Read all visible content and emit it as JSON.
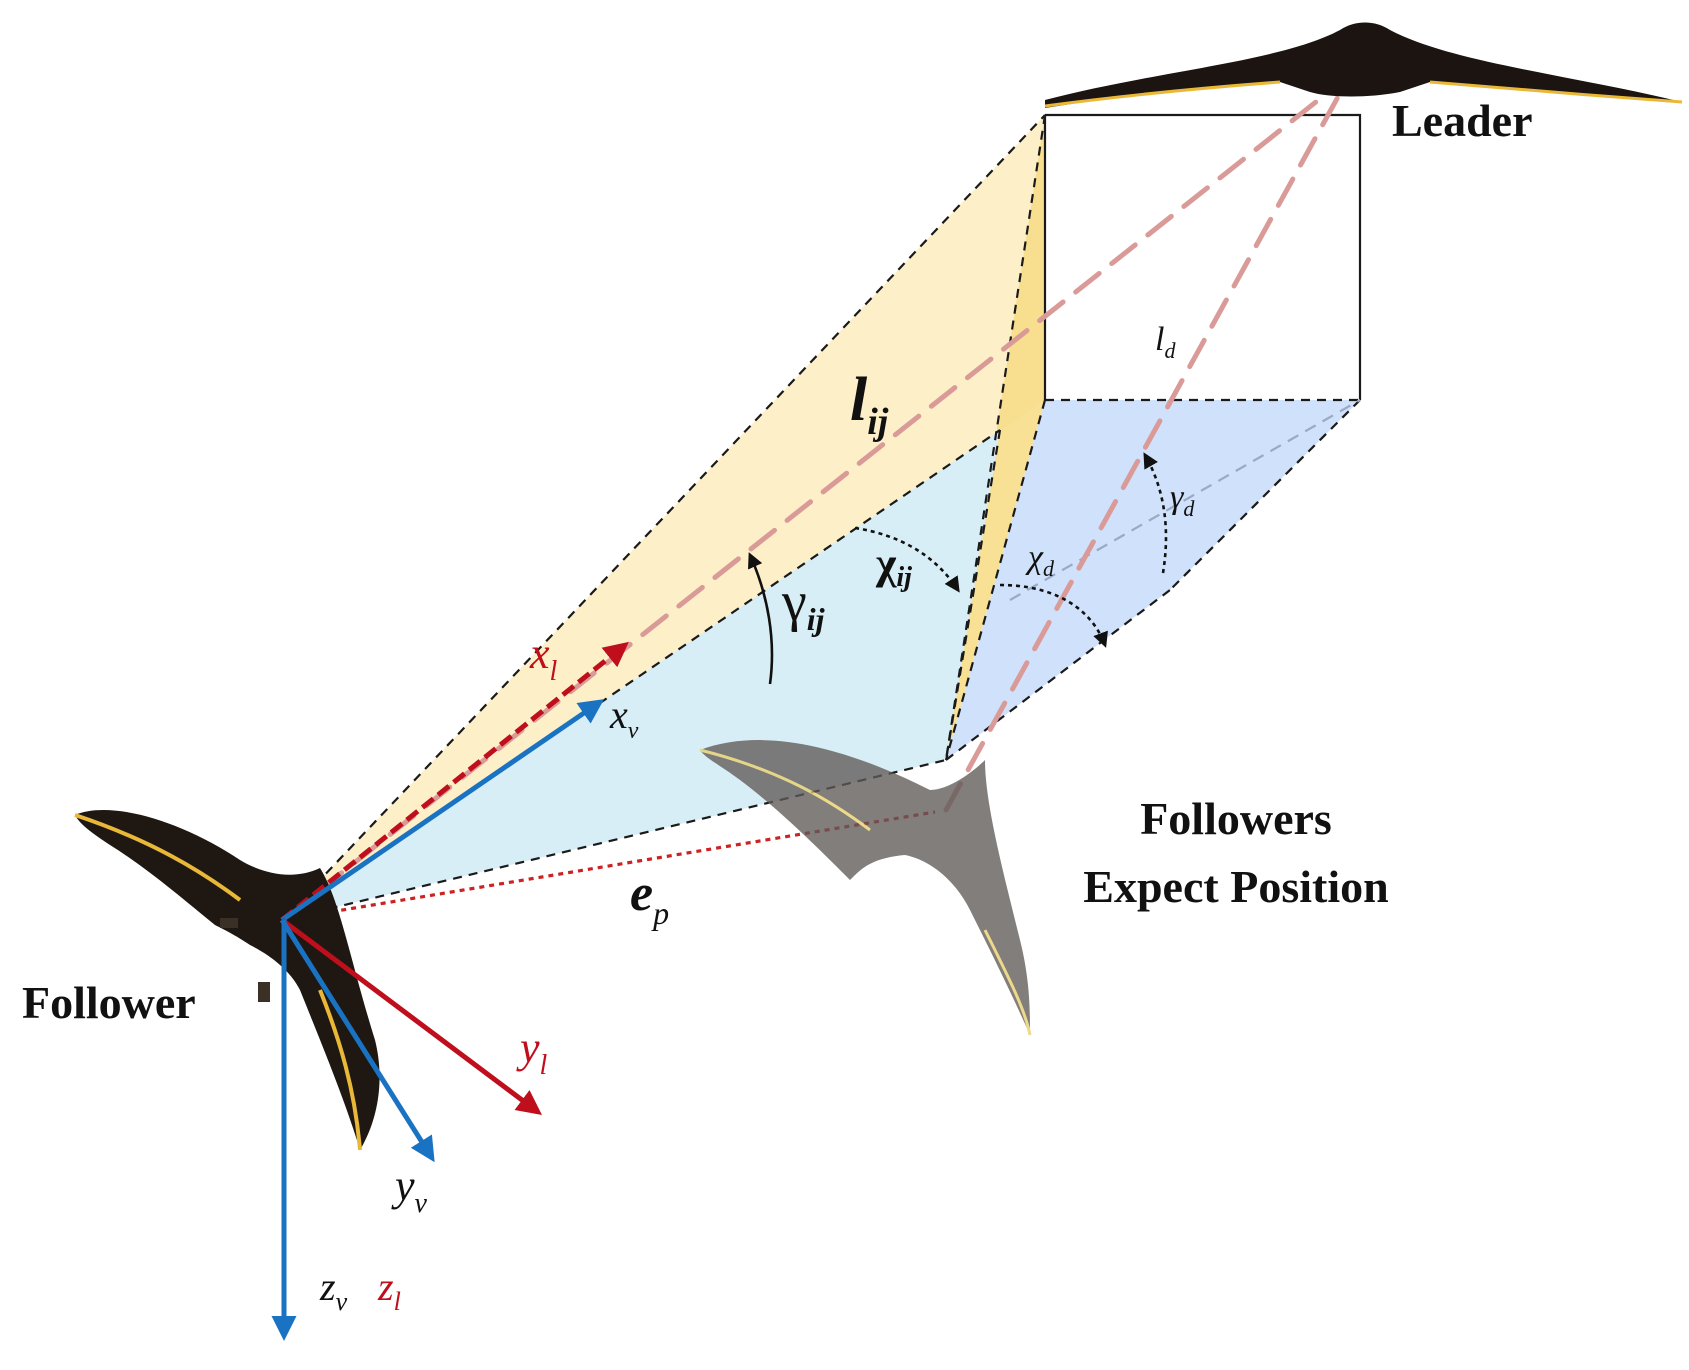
{
  "labels": {
    "leader": "Leader",
    "follower": "Follower",
    "expect_line1": "Followers",
    "expect_line2": "Expect Position"
  },
  "math": {
    "lij": {
      "base": "l",
      "sub": "ij"
    },
    "gamma_ij": {
      "base": "γ",
      "sub": "ij"
    },
    "chi_ij": {
      "base": "χ",
      "sub": "ij"
    },
    "ld": {
      "base": "l",
      "sub": "d"
    },
    "gamma_d": {
      "base": "γ",
      "sub": "d"
    },
    "chi_d": {
      "base": "χ",
      "sub": "d"
    },
    "ep": {
      "base": "e",
      "sub": "p"
    },
    "xl": {
      "base": "x",
      "sub": "l"
    },
    "xv": {
      "base": "x",
      "sub": "v"
    },
    "yl": {
      "base": "y",
      "sub": "l"
    },
    "yv": {
      "base": "y",
      "sub": "v"
    },
    "zv": {
      "base": "z",
      "sub": "v"
    },
    "zl": {
      "base": "z",
      "sub": "l"
    }
  },
  "colors": {
    "frame_l": "#c00f1c",
    "frame_v": "#1a73c2",
    "yellow_plane": "#fdf0c8",
    "yellow_plane_dark": "#f7dd8a",
    "cyan_plane": "#d8eef6",
    "blue_plane": "#cfe1fb",
    "pink_line": "#d99a98",
    "error_line": "#cc2222"
  }
}
